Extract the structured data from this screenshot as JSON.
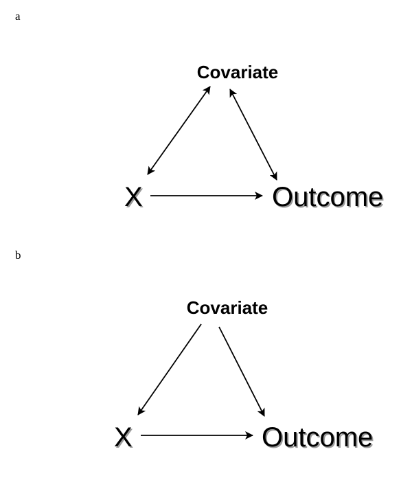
{
  "panels": [
    {
      "label": "a",
      "nodes": {
        "covariate": "Covariate",
        "exposure": "X",
        "outcome": "Outcome"
      },
      "edges": [
        {
          "from": "covariate",
          "to": "exposure",
          "style": "bidirectional"
        },
        {
          "from": "covariate",
          "to": "outcome",
          "style": "bidirectional"
        },
        {
          "from": "exposure",
          "to": "outcome",
          "style": "directed"
        }
      ]
    },
    {
      "label": "b",
      "nodes": {
        "covariate": "Covariate",
        "exposure": "X",
        "outcome": "Outcome"
      },
      "edges": [
        {
          "from": "covariate",
          "to": "exposure",
          "style": "directed"
        },
        {
          "from": "covariate",
          "to": "outcome",
          "style": "directed"
        },
        {
          "from": "exposure",
          "to": "outcome",
          "style": "directed"
        }
      ]
    }
  ]
}
